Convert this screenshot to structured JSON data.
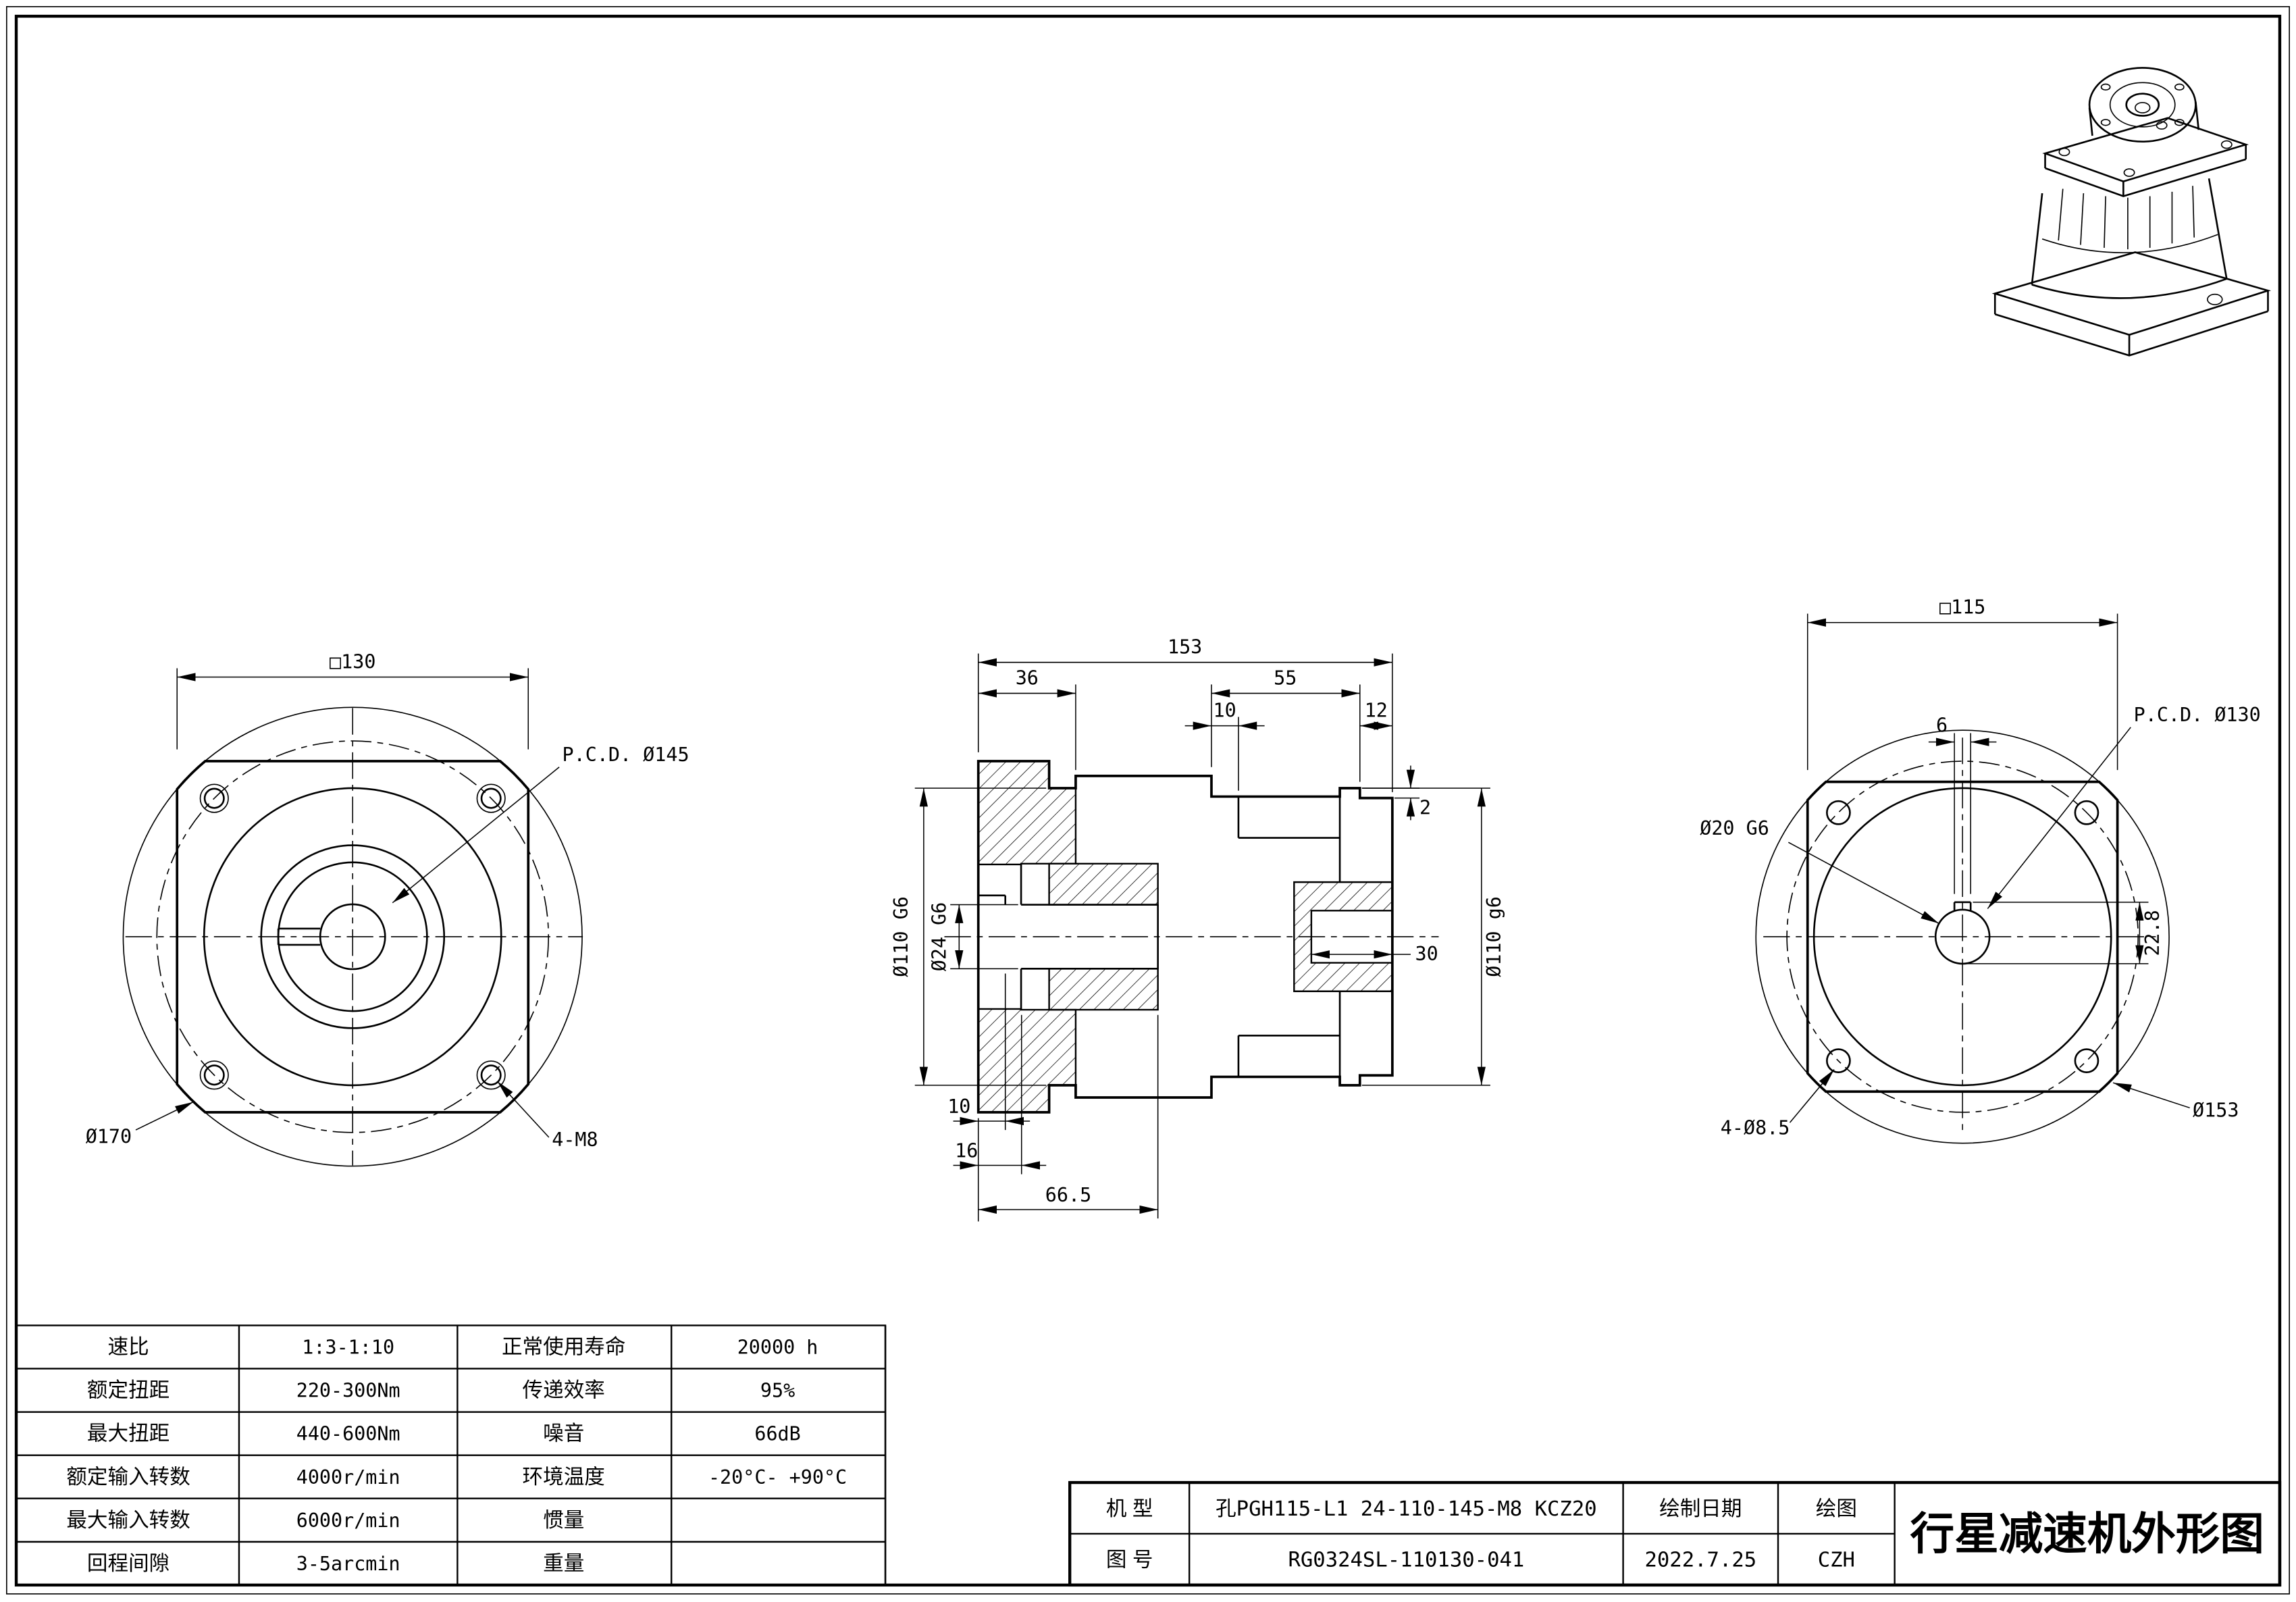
{
  "front_view": {
    "dim_square": "□130",
    "dim_pcd": "P.C.D. Ø145",
    "dim_outer": "Ø170",
    "dim_bolts": "4-M8"
  },
  "section_view": {
    "dim_total": "153",
    "dim_flange": "36",
    "dim_mid": "55",
    "dim_10_top": "10",
    "dim_12": "12",
    "dim_2": "2",
    "dim_left_spigot": "Ø110 G6",
    "dim_shaft_bore": "Ø24 G6",
    "dim_30": "30",
    "dim_right_spigot": "Ø110 g6",
    "dim_10_bottom": "10",
    "dim_16": "16",
    "dim_66_5": "66.5"
  },
  "rear_view": {
    "dim_square": "□115",
    "dim_key_width": "6",
    "dim_pcd": "P.C.D.  Ø130",
    "dim_bore": "Ø20 G6",
    "dim_key_depth": "22.8",
    "dim_holes": "4-Ø8.5",
    "dim_outer": "Ø153"
  },
  "spec_table": {
    "rows": [
      {
        "c0": "速比",
        "c1": "1:3-1:10",
        "c2": "正常使用寿命",
        "c3": "20000 h"
      },
      {
        "c0": "额定扭距",
        "c1": "220-300Nm",
        "c2": "传递效率",
        "c3": "95%"
      },
      {
        "c0": "最大扭距",
        "c1": "440-600Nm",
        "c2": "噪音",
        "c3": "66dB"
      },
      {
        "c0": "额定输入转数",
        "c1": "4000r/min",
        "c2": "环境温度",
        "c3": "-20°C- +90°C"
      },
      {
        "c0": "最大输入转数",
        "c1": "6000r/min",
        "c2": "惯量",
        "c3": ""
      },
      {
        "c0": "回程间隙",
        "c1": "3-5arcmin",
        "c2": "重量",
        "c3": ""
      }
    ]
  },
  "title_block": {
    "model_label": "机 型",
    "model_value": "孔PGH115-L1 24-110-145-M8 KCZ20",
    "date_label": "绘制日期",
    "drawn_label": "绘图",
    "no_label": "图 号",
    "no_value": "RG0324SL-110130-041",
    "date_value": "2022.7.25",
    "drawn_value": "CZH",
    "sheet_title": "行星减速机外形图"
  }
}
